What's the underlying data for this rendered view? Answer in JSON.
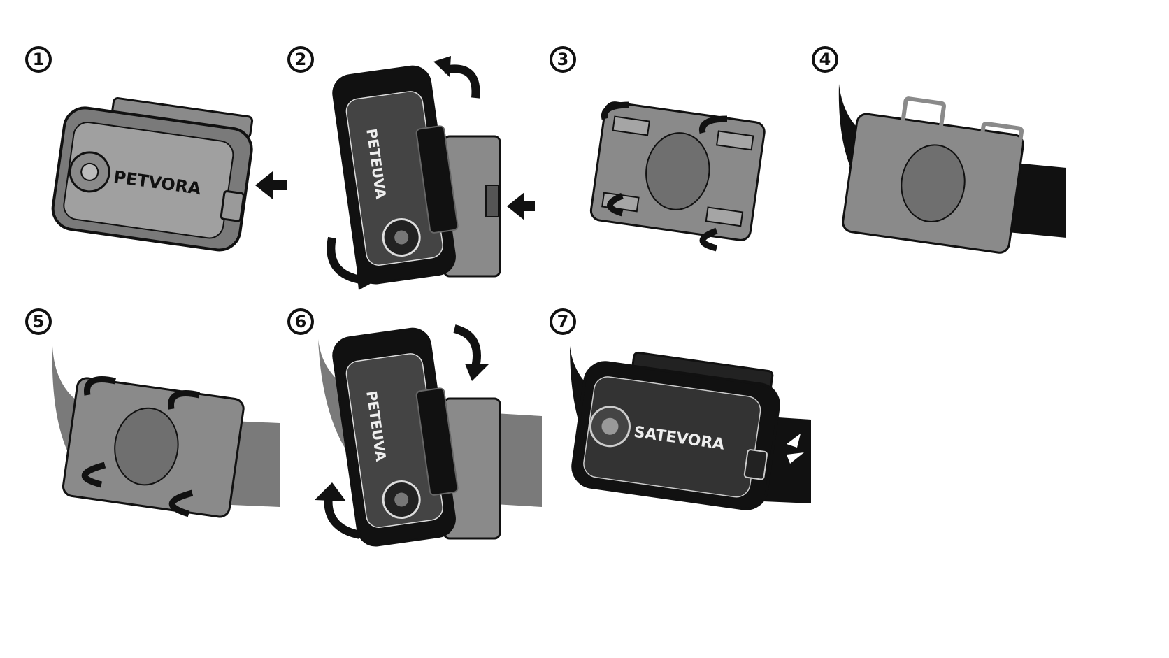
{
  "steps": [
    {
      "number": "1",
      "brand": "PETVORA",
      "style": "gray",
      "action": "insert-arrow"
    },
    {
      "number": "2",
      "brand": "PETEUVA",
      "style": "black",
      "action": "rotate-arrows"
    },
    {
      "number": "3",
      "brand": "",
      "style": "gray",
      "action": "bend-clips"
    },
    {
      "number": "4",
      "brand": "",
      "style": "gray-on-black-strap",
      "action": "none"
    },
    {
      "number": "5",
      "brand": "",
      "style": "gray-on-gray-strap",
      "action": "wrap-clips"
    },
    {
      "number": "6",
      "brand": "PETEUVA",
      "style": "black",
      "action": "rotate-back-arrows"
    },
    {
      "number": "7",
      "brand": "SATEVORA",
      "style": "black-on-black-strap",
      "action": "click"
    }
  ],
  "colors": {
    "dark": "#111111",
    "gray": "#7a7a7a",
    "lightgray": "#9a9a9a",
    "white": "#ffffff"
  }
}
